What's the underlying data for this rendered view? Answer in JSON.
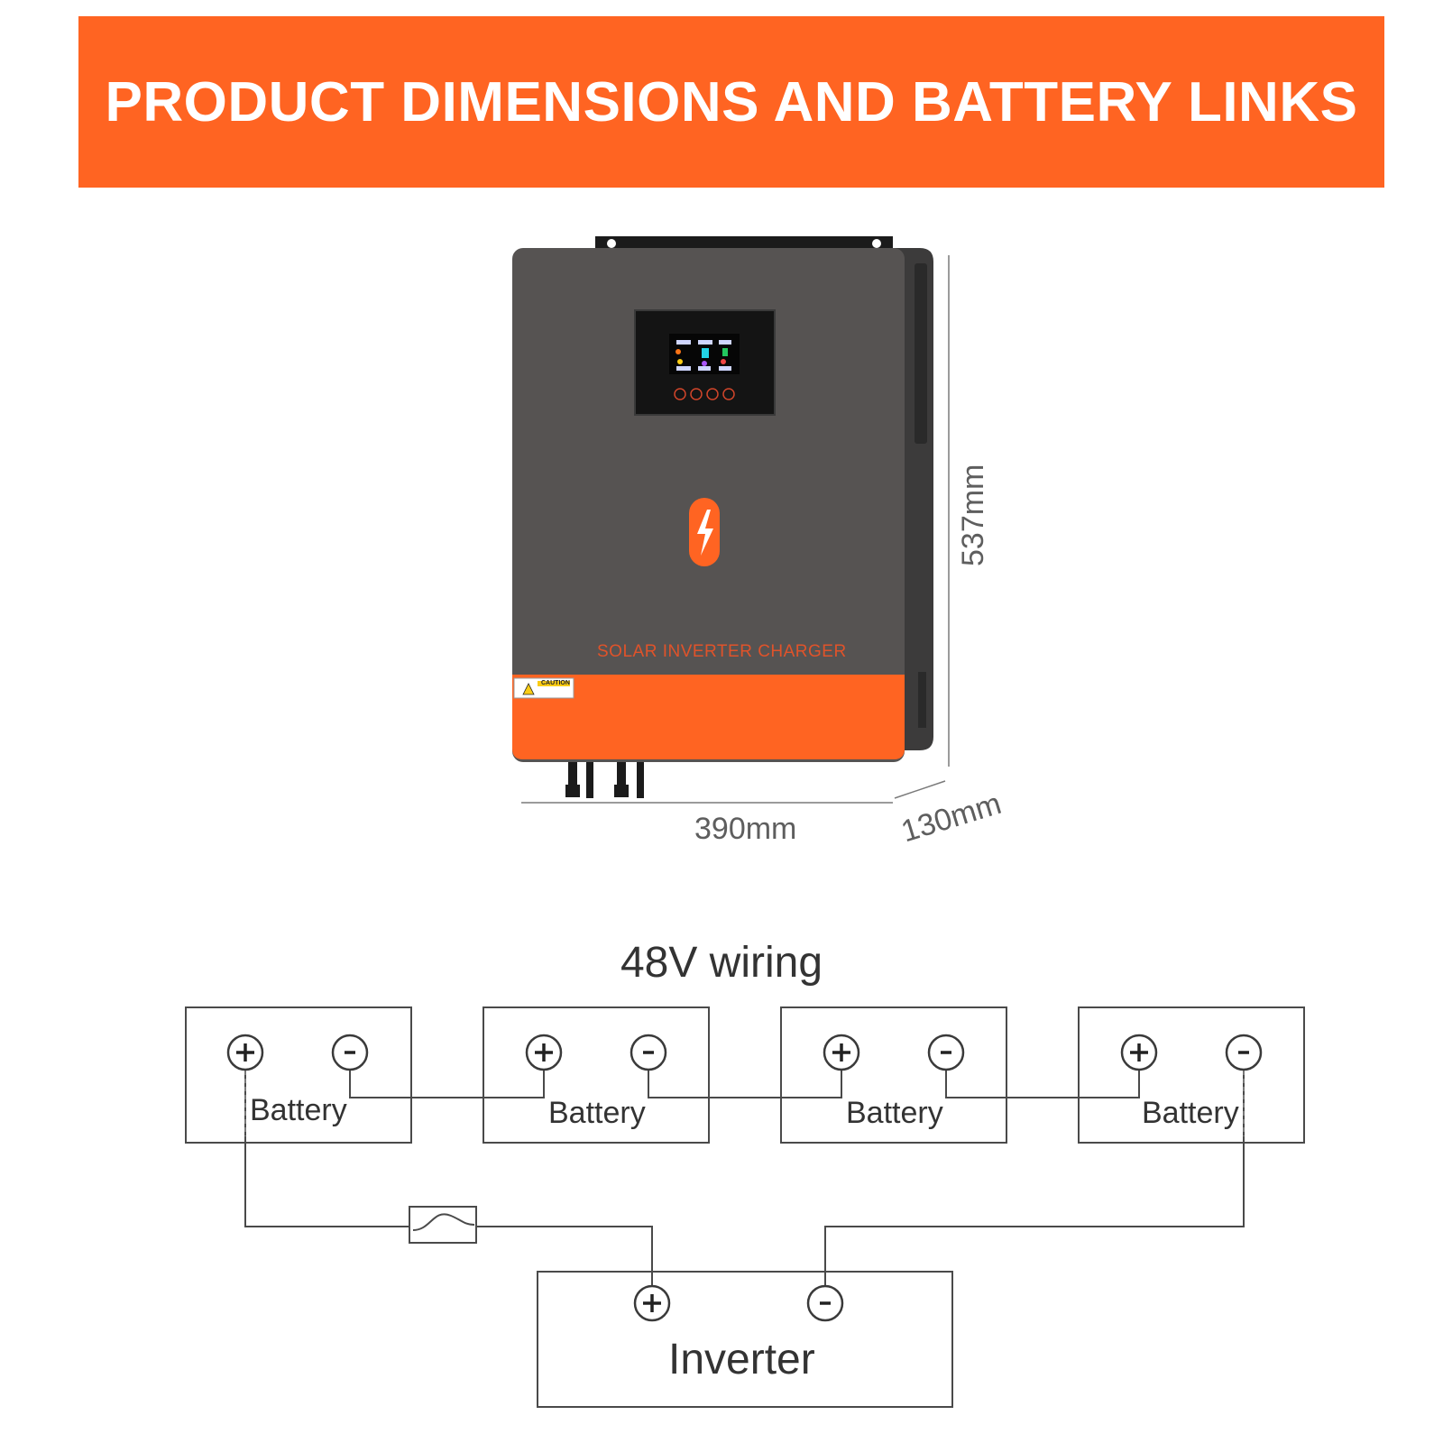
{
  "banner": {
    "title": "PRODUCT DIMENSIONS AND BATTERY LINKS"
  },
  "product": {
    "front_label": "SOLAR INVERTER CHARGER",
    "caution_label": "CAUTION",
    "width": "390mm",
    "height": "537mm",
    "depth": "130mm"
  },
  "wiring": {
    "title": "48V wiring",
    "batteries": [
      {
        "label": "Battery"
      },
      {
        "label": "Battery"
      },
      {
        "label": "Battery"
      },
      {
        "label": "Battery"
      }
    ],
    "inverter": {
      "label": "Inverter"
    }
  },
  "colors": {
    "accent": "#ff6422",
    "housing": "#565352",
    "screen": "#111111",
    "line": "#444444"
  }
}
